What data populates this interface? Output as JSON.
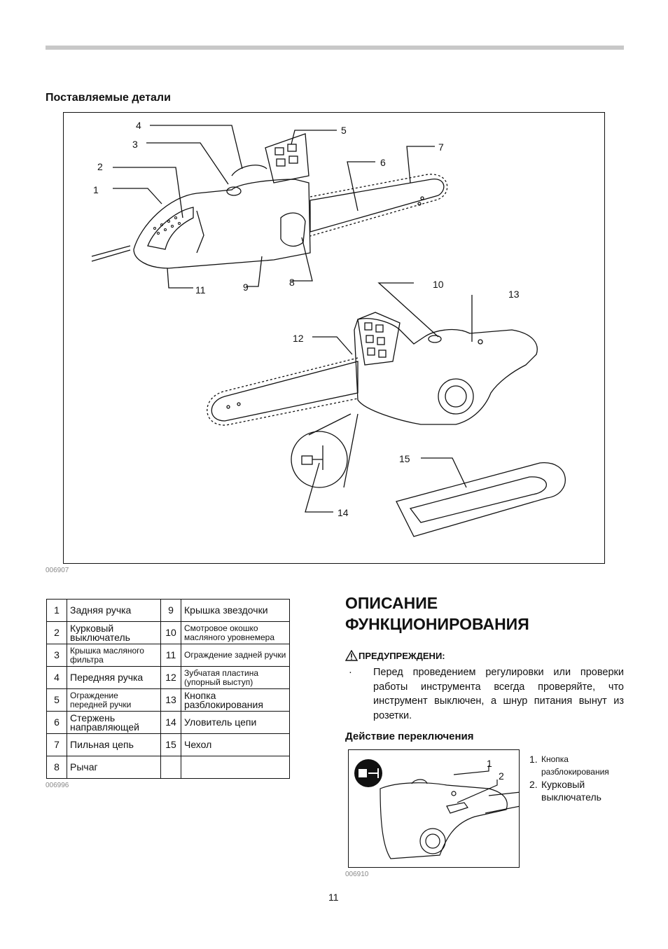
{
  "section_parts_title": "Поставляемые детали",
  "figure_callouts": [
    "1",
    "2",
    "3",
    "4",
    "5",
    "6",
    "7",
    "8",
    "9",
    "10",
    "11",
    "12",
    "13",
    "14",
    "15"
  ],
  "figure_code": "006907",
  "parts_table": [
    {
      "left_num": "1",
      "left_name": "Задняя ручка",
      "right_num": "9",
      "right_name": "Крышка звездочки"
    },
    {
      "left_num": "2",
      "left_name": "Курковый выключатель",
      "right_num": "10",
      "right_name": "Смотровое окошко масляного уровнемера"
    },
    {
      "left_num": "3",
      "left_name": "Крышка масляного фильтра",
      "right_num": "11",
      "right_name": "Ограждение задней ручки"
    },
    {
      "left_num": "4",
      "left_name": "Передняя ручка",
      "right_num": "12",
      "right_name": "Зубчатая пластина (упорный выступ)"
    },
    {
      "left_num": "5",
      "left_name": "Ограждение передней ручки",
      "right_num": "13",
      "right_name": "Кнопка разблокирования"
    },
    {
      "left_num": "6",
      "left_name": "Стержень направляющей",
      "right_num": "14",
      "right_name": "Уловитель цепи"
    },
    {
      "left_num": "7",
      "left_name": "Пильная цепь",
      "right_num": "15",
      "right_name": "Чехол"
    },
    {
      "left_num": "8",
      "left_name": "Рычаг",
      "right_num": "",
      "right_name": ""
    }
  ],
  "table_code": "006996",
  "section_func_title_line1": "ОПИСАНИЕ",
  "section_func_title_line2": "ФУНКЦИОНИРОВАНИЯ",
  "warning_label": "ПРЕДУПРЕЖДЕНИ:",
  "warning_bullet": "·",
  "warning_text": "Перед проведением регулировки или проверки работы инструмента всегда проверяйте, что инструмент выключен, а шнур питания вынут из розетки.",
  "switch_section_title": "Действие переключения",
  "switch_callouts": [
    "1",
    "2"
  ],
  "switch_legend": [
    {
      "num": "1.",
      "label": "Кнопка разблокирования"
    },
    {
      "num": "2.",
      "label": "Курковый выключатель"
    }
  ],
  "switch_figure_code": "006910",
  "page_number": "11"
}
